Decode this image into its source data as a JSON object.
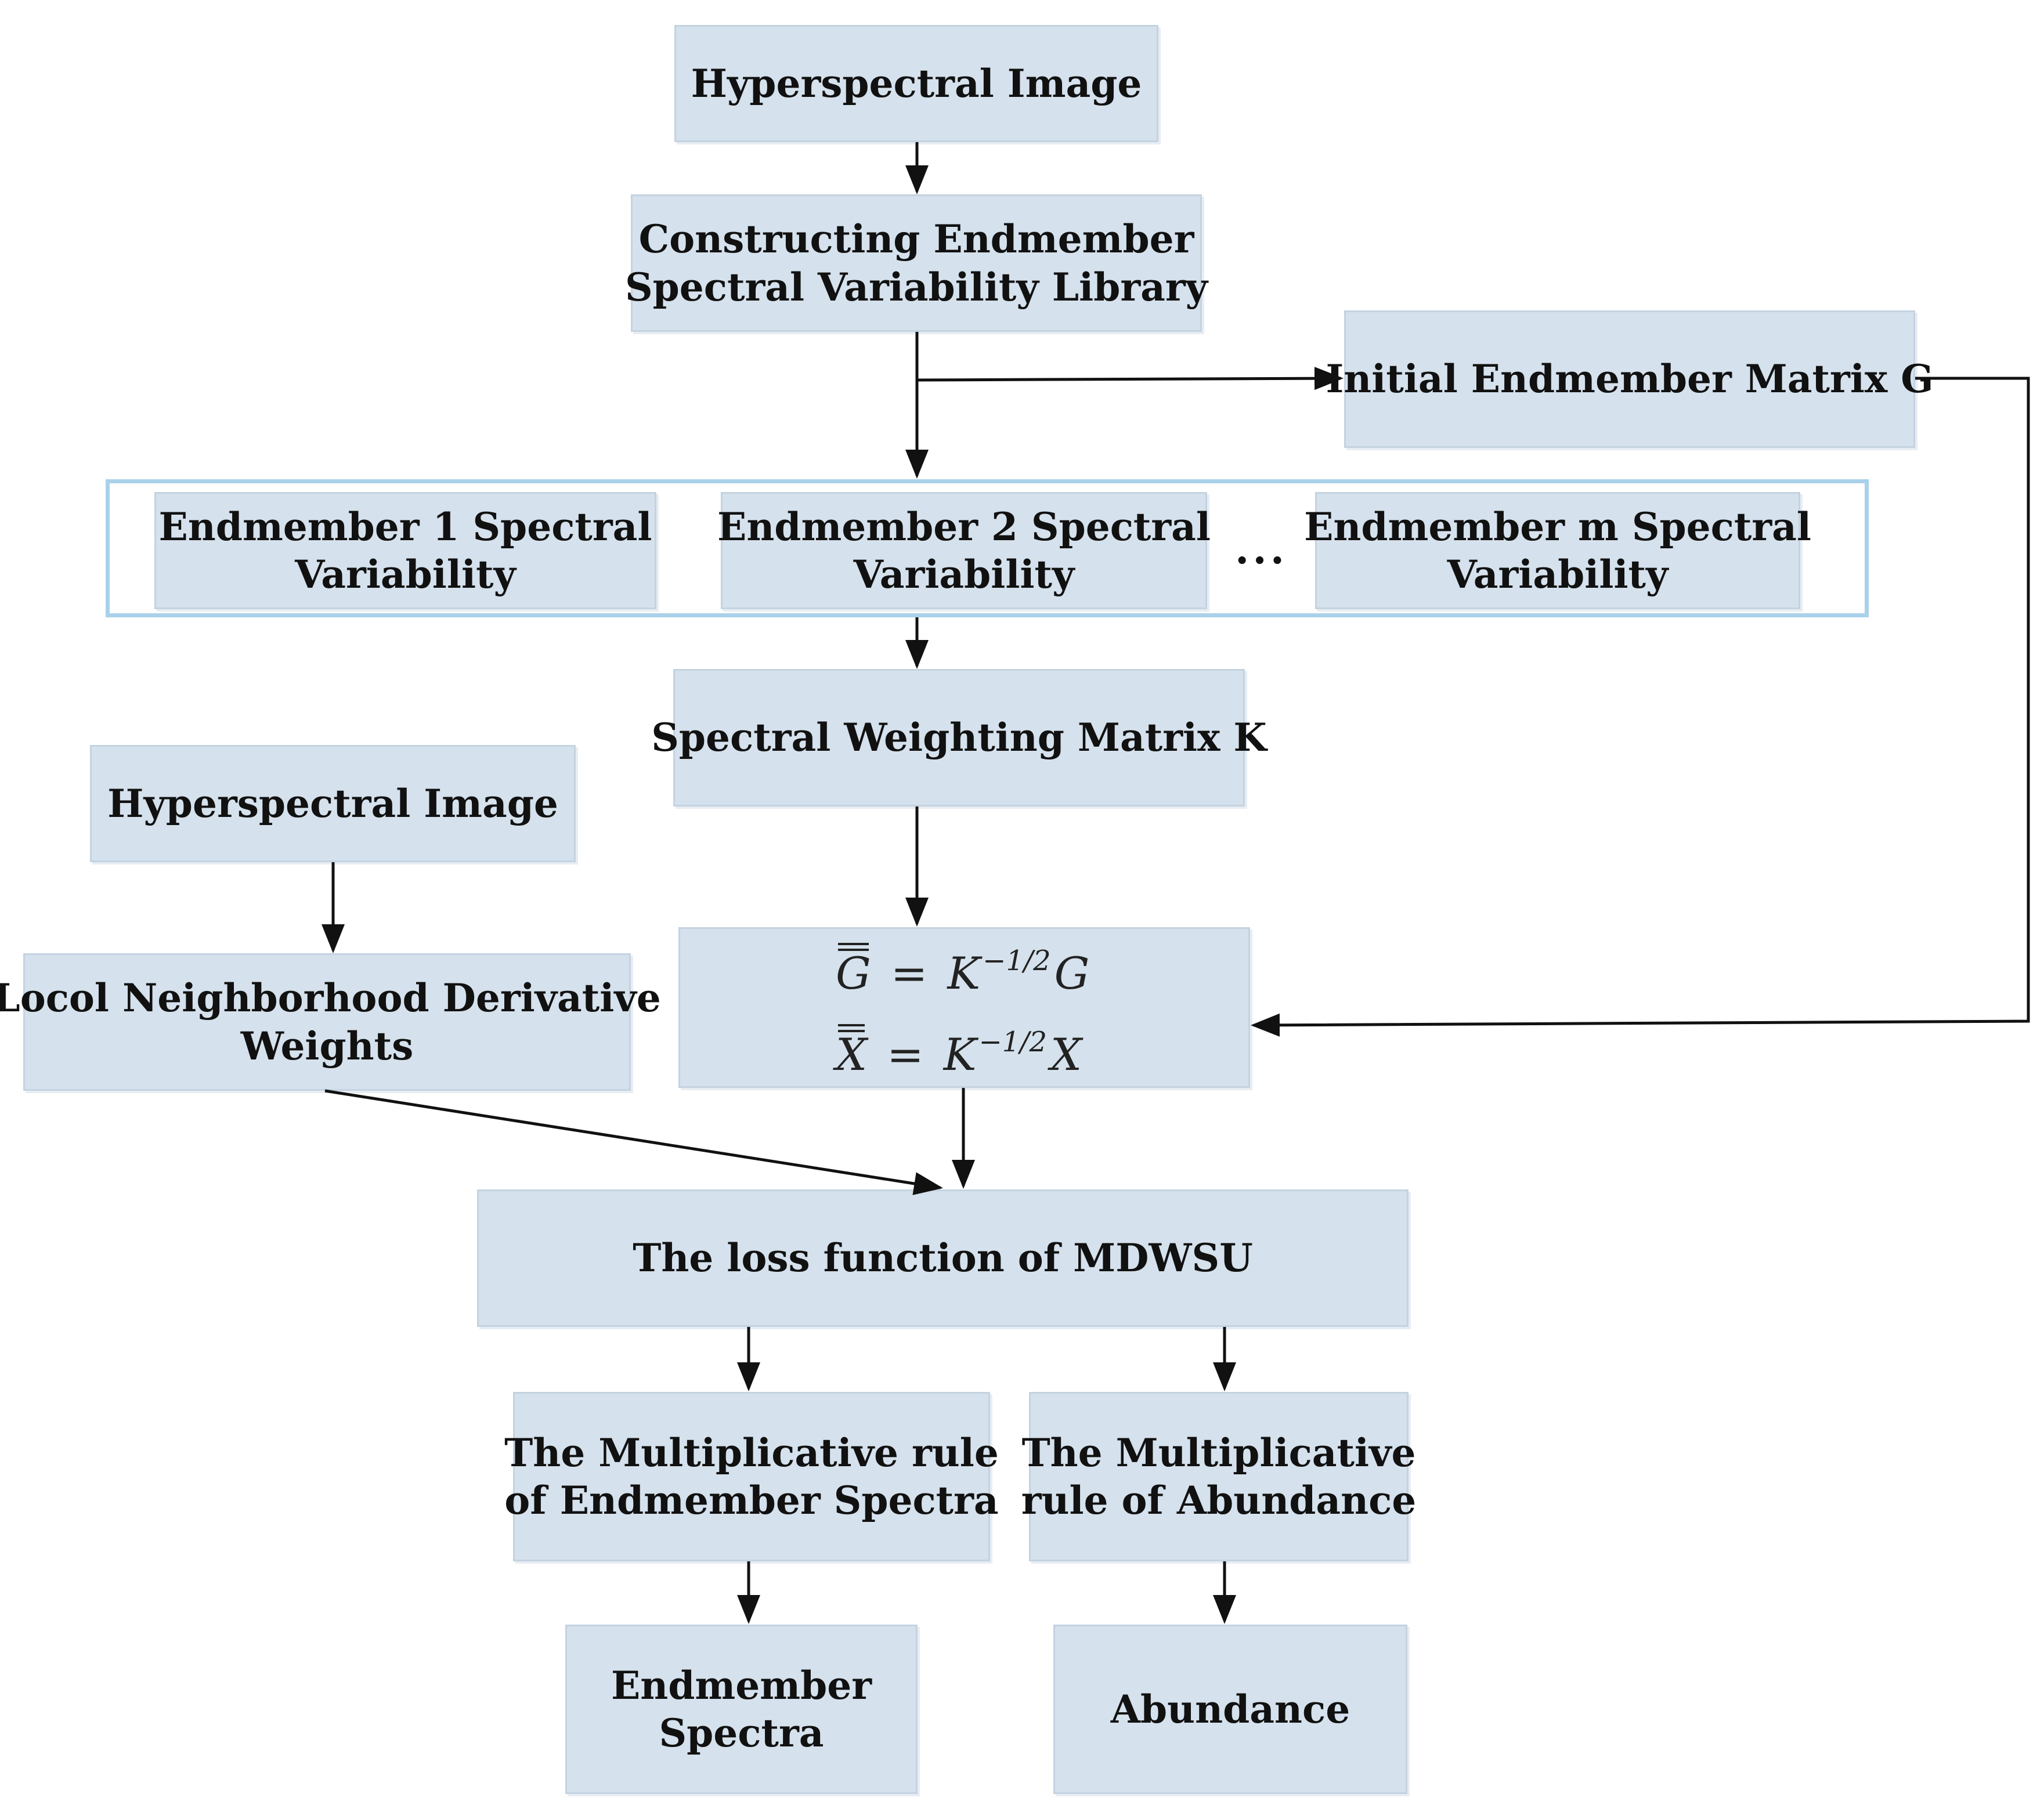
{
  "nodes": {
    "hsi_top": "Hyperspectral Image",
    "library": [
      "Constructing Endmember",
      "Spectral Variability Library"
    ],
    "initial_g": "Initial Endmember Matrix G",
    "em1": [
      "Endmember 1 Spectral",
      "Variability"
    ],
    "em2": [
      "Endmember 2 Spectral",
      "Variability"
    ],
    "ellipsis": "...",
    "emm": [
      "Endmember m Spectral",
      "Variability"
    ],
    "weighting": "Spectral Weighting Matrix K",
    "hsi_left": "Hyperspectral Image",
    "lnd": [
      "Locol Neighborhood Derivative",
      "Weights"
    ],
    "formula": {
      "g_lhs": "G",
      "g_base": "K",
      "g_exp": "−1/2",
      "g_rhs": "G",
      "x_lhs": "X",
      "x_base": "K",
      "x_exp": "−1/2",
      "x_rhs": "X",
      "eq": "="
    },
    "loss": "The loss function of MDWSU",
    "mult_em": [
      "The Multiplicative rule",
      "of Endmember Spectra"
    ],
    "mult_ab": [
      "The Multiplicative",
      "rule of Abundance"
    ],
    "em_spectra": [
      "Endmember",
      "Spectra"
    ],
    "abundance": "Abundance"
  },
  "colors": {
    "box_fill": "#d5e1ec",
    "group_border": "#a9d1ea",
    "arrow": "#111111"
  }
}
